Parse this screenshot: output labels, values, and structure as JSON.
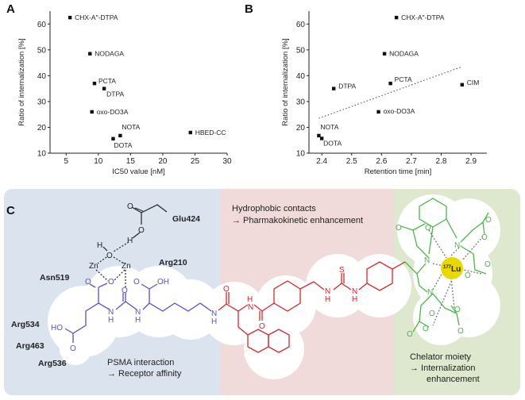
{
  "figure": {
    "panel_labels": [
      "A",
      "B",
      "C"
    ]
  },
  "chart_data": [
    {
      "type": "scatter",
      "panel": "A",
      "xlabel": "IC50 value [nM]",
      "ylabel": "Ratio of internalization [%]",
      "xlim": [
        2.5,
        30
      ],
      "ylim": [
        10,
        65
      ],
      "xticks": [
        "5",
        "10",
        "15",
        "20",
        "25",
        "30"
      ],
      "yticks": [
        "10",
        "20",
        "30",
        "40",
        "50",
        "60"
      ],
      "grid": false,
      "points": [
        {
          "label": "CHX-A\"-DTPA",
          "x": 5.6,
          "y": 62.5
        },
        {
          "label": "NODAGA",
          "x": 8.7,
          "y": 48.5
        },
        {
          "label": "PCTA",
          "x": 9.4,
          "y": 37
        },
        {
          "label": "DTPA",
          "x": 10.9,
          "y": 35
        },
        {
          "label": "oxo-DO3A",
          "x": 9.0,
          "y": 26
        },
        {
          "label": "NOTA",
          "x": 13.4,
          "y": 16.8
        },
        {
          "label": "DOTA",
          "x": 12.3,
          "y": 15.6
        },
        {
          "label": "HBED-CC",
          "x": 24.3,
          "y": 18
        }
      ]
    },
    {
      "type": "scatter",
      "panel": "B",
      "xlabel": "Retention time [min]",
      "ylabel": "Ratio of internalization [%]",
      "xlim": [
        2.357,
        2.953
      ],
      "ylim": [
        10,
        65
      ],
      "xticks": [
        "2.4",
        "2.5",
        "2.6",
        "2.7",
        "2.8",
        "2.9"
      ],
      "yticks": [
        "10",
        "20",
        "30",
        "40",
        "50",
        "60"
      ],
      "grid": false,
      "points": [
        {
          "label": "CHX-A\"-DTPA",
          "x": 2.65,
          "y": 62.5
        },
        {
          "label": "NODAGA",
          "x": 2.61,
          "y": 48.5
        },
        {
          "label": "DTPA",
          "x": 2.44,
          "y": 35
        },
        {
          "label": "PCTA",
          "x": 2.63,
          "y": 37
        },
        {
          "label": "CIM",
          "x": 2.87,
          "y": 36.5
        },
        {
          "label": "oxo-DO3A",
          "x": 2.59,
          "y": 26
        },
        {
          "label": "NOTA",
          "x": 2.39,
          "y": 16.8
        },
        {
          "label": "DOTA",
          "x": 2.4,
          "y": 15.7
        }
      ],
      "trendline": {
        "style": "dotted",
        "x": [
          2.39,
          2.87
        ],
        "y": [
          23.5,
          43.5
        ]
      }
    }
  ],
  "diagram": {
    "residues": [
      "Glu424",
      "Arg210",
      "Asn519",
      "Arg534",
      "Arg463",
      "Arg536"
    ],
    "sections": {
      "psma": {
        "title": "PSMA interaction",
        "subtitle": "→ Receptor affinity",
        "color": "#dbe3ef"
      },
      "hydrophobic": {
        "title": "Hydrophobic contacts",
        "subtitle": "→ Pharmakokinetic enhancement",
        "color": "#f0dada"
      },
      "chelator": {
        "title": "Chelator moiety",
        "subtitle": "→  Internalization",
        "subtitle2": "enhancement",
        "color": "#dde8cf"
      }
    },
    "metal": {
      "isotope": "177",
      "symbol": "Lu",
      "color": "#e8d800"
    },
    "zinc": "Zn",
    "atoms": {
      "O": "O",
      "OH": "OH",
      "HO": "HO",
      "H": "H",
      "N": "N",
      "S": "S"
    },
    "colors": {
      "psma_moiety": "#5a4fcf",
      "linker": "#d8262a",
      "chelator": "#4cb64a"
    }
  }
}
